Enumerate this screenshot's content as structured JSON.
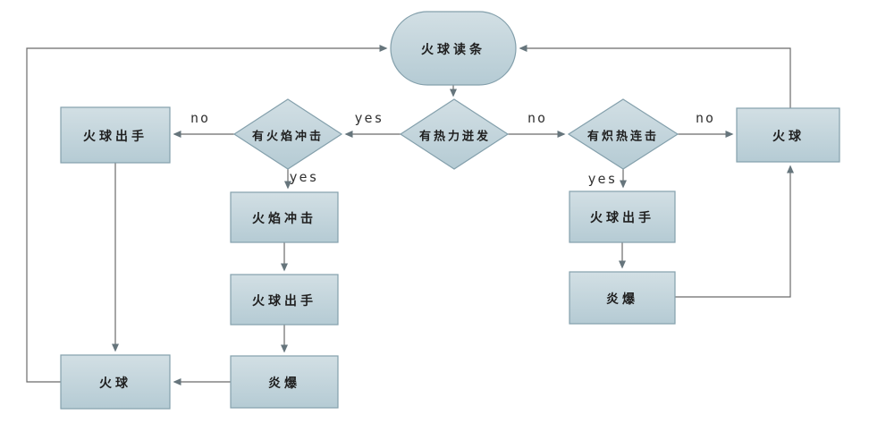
{
  "diagram": {
    "title_implicit": "",
    "colors": {
      "background": "#ffffff",
      "node_fill_top": "#d2dfe4",
      "node_fill_bottom": "#b5cbd4",
      "node_border": "#84a0ac",
      "edge_line": "#6b6b6b",
      "arrow_head": "#66757c",
      "node_text": "#1f1f1f",
      "edge_label_text": "#333333"
    },
    "nodes": [
      {
        "id": "start",
        "type": "terminator",
        "label": "火球读条"
      },
      {
        "id": "d_center",
        "type": "decision",
        "label": "有热力迸发"
      },
      {
        "id": "d_left",
        "type": "decision",
        "label": "有火焰冲击"
      },
      {
        "id": "d_right",
        "type": "decision",
        "label": "有炽热连击"
      },
      {
        "id": "left_cast",
        "type": "process",
        "label": "火球出手"
      },
      {
        "id": "fire_blast",
        "type": "process",
        "label": "火焰冲击"
      },
      {
        "id": "mid_cast",
        "type": "process",
        "label": "火球出手"
      },
      {
        "id": "mid_pyro",
        "type": "process",
        "label": "炎爆"
      },
      {
        "id": "left_fireball",
        "type": "process",
        "label": "火球"
      },
      {
        "id": "right_fireball",
        "type": "process",
        "label": "火球"
      },
      {
        "id": "right_cast",
        "type": "process",
        "label": "火球出手"
      },
      {
        "id": "right_pyro",
        "type": "process",
        "label": "炎爆"
      }
    ],
    "edge_labels": [
      {
        "id": "no_dleft_to_leftcast",
        "text": "no"
      },
      {
        "id": "yes_center_to_dleft",
        "text": "yes"
      },
      {
        "id": "no_center_to_dright",
        "text": "no"
      },
      {
        "id": "no_dright_to_fireball",
        "text": "no"
      },
      {
        "id": "yes_dleft_down",
        "text": "yes"
      },
      {
        "id": "yes_dright_down",
        "text": "yes"
      }
    ]
  }
}
